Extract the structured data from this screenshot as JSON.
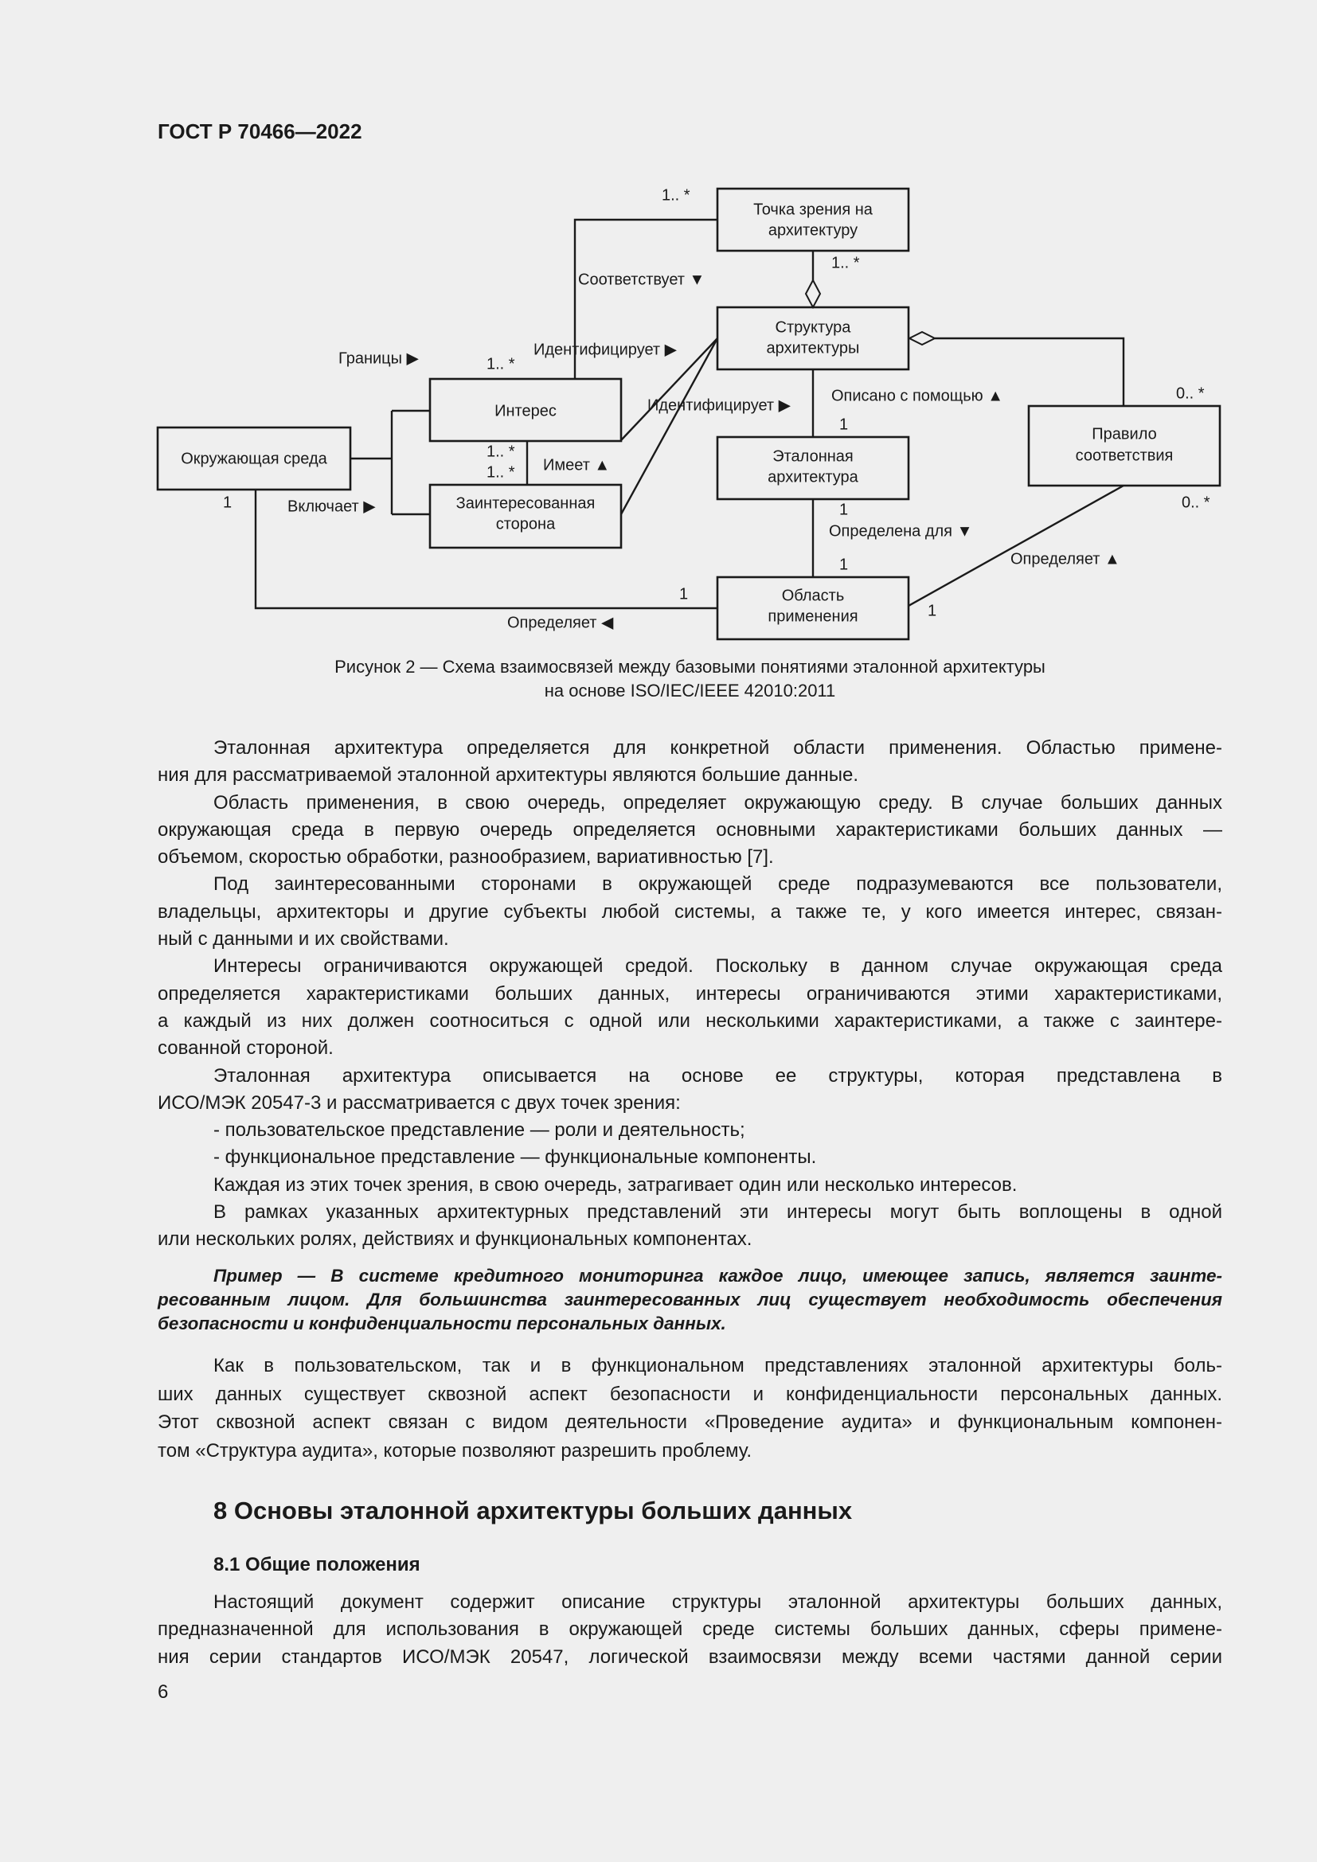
{
  "header": "ГОСТ Р 70466—2022",
  "diagram": {
    "boxes": {
      "viewpoint": [
        "Точка зрения на",
        "архитектуру"
      ],
      "structure": [
        "Структура",
        "архитектуры"
      ],
      "interest": [
        "Интерес"
      ],
      "environment": [
        "Окружающая среда"
      ],
      "stakeholder": [
        "Заинтересованная",
        "сторона"
      ],
      "reference": [
        "Эталонная",
        "архитектура"
      ],
      "rule": [
        "Правило",
        "соответствия"
      ],
      "domain": [
        "Область",
        "применения"
      ]
    },
    "labels": {
      "m_viewpoint_left": "1.. *",
      "corresponds": "Соответствует ▼",
      "m_viewpoint_bottom": "1.. *",
      "bounds": "Границы ▶",
      "m_interest_top": "1.. *",
      "identifies1": "Идентифицирует ▶",
      "identifies2": "Идентифицирует ▶",
      "described": "Описано с помощью ▲",
      "m_ref_top": "1",
      "m_rule_top": "0.. *",
      "m_interest_bottom": "1.. *",
      "m_stake_top": "1.. *",
      "has": "Имеет ▲",
      "m_env": "1",
      "includes": "Включает ▶",
      "m_ref_bottom": "1",
      "defined_for": "Определена для ▼",
      "m_rule_bottom": "0.. *",
      "defines_rule": "Определяет ▲",
      "m_domain_top": "1",
      "m_domain_left": "1",
      "m_domain_right": "1",
      "defines_env": "Определяет ◀"
    }
  },
  "caption": [
    "Рисунок 2 — Схема взаимосвязей между базовыми понятиями эталонной архитектуры",
    "на основе ISO/IEC/IEEE 42010:2011"
  ],
  "body1": [
    [
      "Эталонная архитектура определяется для конкретной области применения. Областью примене-",
      "ния для рассматриваемой эталонной архитектуры являются большие данные."
    ],
    [
      "Область применения, в свою очередь, определяет окружающую среду. В случае больших данных",
      "окружающая среда в первую очередь определяется основными характеристиками больших данных —",
      "объемом, скоростью обработки, разнообразием, вариативностью [7]."
    ],
    [
      "Под заинтересованными сторонами в окружающей среде подразумеваются все пользователи,",
      "владельцы, архитекторы и другие субъекты любой системы, а также те, у кого имеется интерес, связан-",
      "ный с данными и их свойствами."
    ],
    [
      "Интересы ограничиваются окружающей средой. Поскольку в данном случае окружающая среда",
      "определяется характеристиками больших данных, интересы ограничиваются этими характеристиками,",
      "а каждый из них должен соотноситься с одной или несколькими характеристиками, а также с заинтере-",
      "сованной стороной."
    ],
    [
      "Эталонная архитектура описывается на основе ее структуры, которая представлена в",
      "ИСО/МЭК 20547-3 и рассматривается с двух точек зрения:"
    ],
    [
      "- пользовательское представление — роли и деятельность;"
    ],
    [
      "- функциональное представление — функциональные компоненты."
    ],
    [
      "Каждая из этих точек зрения, в свою очередь, затрагивает один или несколько интересов."
    ],
    [
      "В рамках указанных архитектурных представлений эти интересы могут быть воплощены в одной",
      "или нескольких ролях, действиях и функциональных компонентах."
    ]
  ],
  "example": [
    [
      "Пример — В системе кредитного мониторинга каждое лицо, имеющее запись, является заинте-",
      "ресованным лицом. Для большинства заинтересованных лиц существует необходимость обеспечения",
      "безопасности и конфиденциальности персональных данных."
    ]
  ],
  "body2": [
    [
      "Как в пользовательском, так и в функциональном представлениях эталонной архитектуры боль-",
      "ших данных существует сквозной аспект безопасности и конфиденциальности персональных данных.",
      "Этот сквозной аспект связан с видом деятельности «Проведение аудита» и функциональным компонен-",
      "том «Структура аудита», которые позволяют разрешить проблему."
    ]
  ],
  "section_heading": "8  Основы эталонной архитектуры больших данных",
  "subsection_heading": "8.1  Общие положения",
  "body3": [
    [
      "Настоящий документ содержит описание структуры эталонной архитектуры больших данных,",
      "предназначенной для использования в окружающей среде системы больших данных, сферы примене-",
      "ния серии стандартов ИСО/МЭК 20547, логической взаимосвязи между всеми частями данной серии"
    ]
  ],
  "page_number": "6"
}
